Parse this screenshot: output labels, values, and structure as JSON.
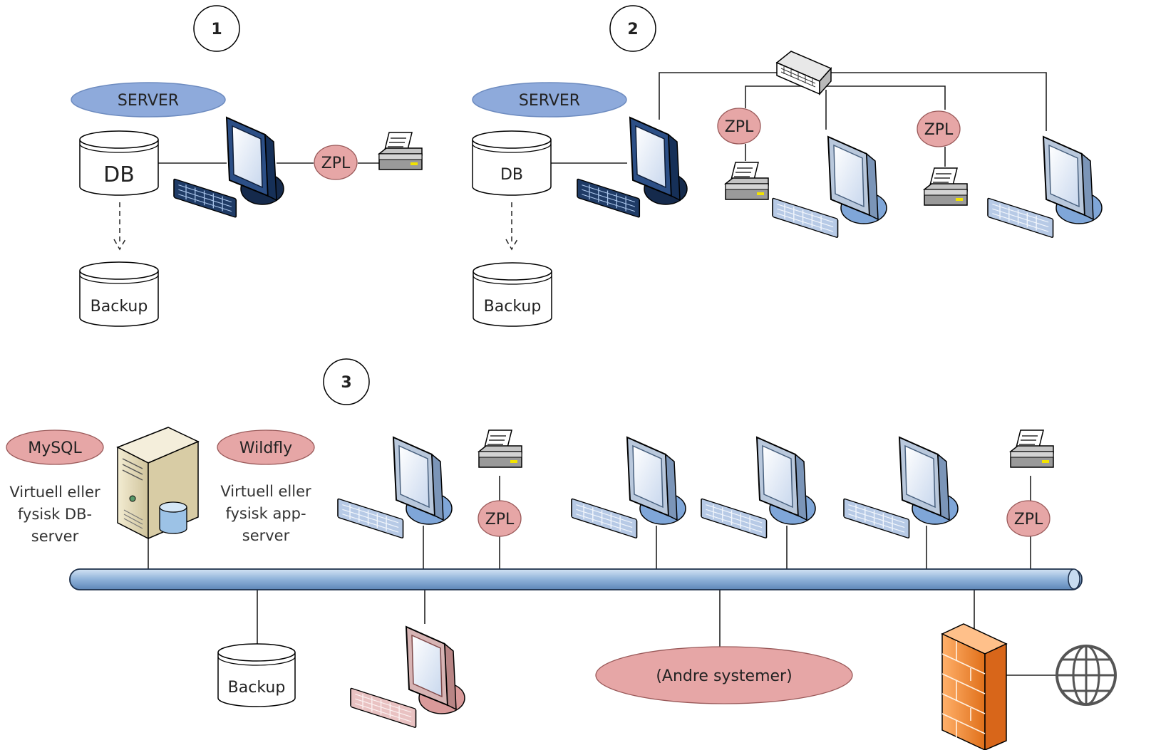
{
  "diagram_1": {
    "number": "1",
    "server_label": "SERVER",
    "db_label": "DB",
    "backup_label": "Backup",
    "zpl_label": "ZPL"
  },
  "diagram_2": {
    "number": "2",
    "server_label": "SERVER",
    "db_label": "DB",
    "backup_label": "Backup",
    "zpl_labels": [
      "ZPL",
      "ZPL"
    ]
  },
  "diagram_3": {
    "number": "3",
    "mysql_label": "MySQL",
    "db_server_note": [
      "Virtuell eller",
      "fysisk DB-",
      "server"
    ],
    "wildfly_label": "Wildfly",
    "app_server_note": [
      "Virtuell eller",
      "fysisk app-",
      "server"
    ],
    "zpl_labels": [
      "ZPL",
      "ZPL"
    ],
    "backup_label": "Backup",
    "other_systems_label": "(Andre systemer)"
  },
  "colors": {
    "server_ellipse": "#8eaadb",
    "zpl_ellipse": "#e6a6a6",
    "bus": "#9dbbdc",
    "monitor_dark": "#1f3b66",
    "monitor_blue": "#7fa6d8",
    "monitor_pink": "#e0aaaa",
    "firewall": "#f08a24",
    "server_tower": "#e2d7b3"
  },
  "icons": [
    "monitor-icon",
    "keyboard-icon",
    "printer-icon",
    "database-icon",
    "network-switch-icon",
    "server-tower-icon",
    "firewall-icon",
    "globe-icon"
  ]
}
